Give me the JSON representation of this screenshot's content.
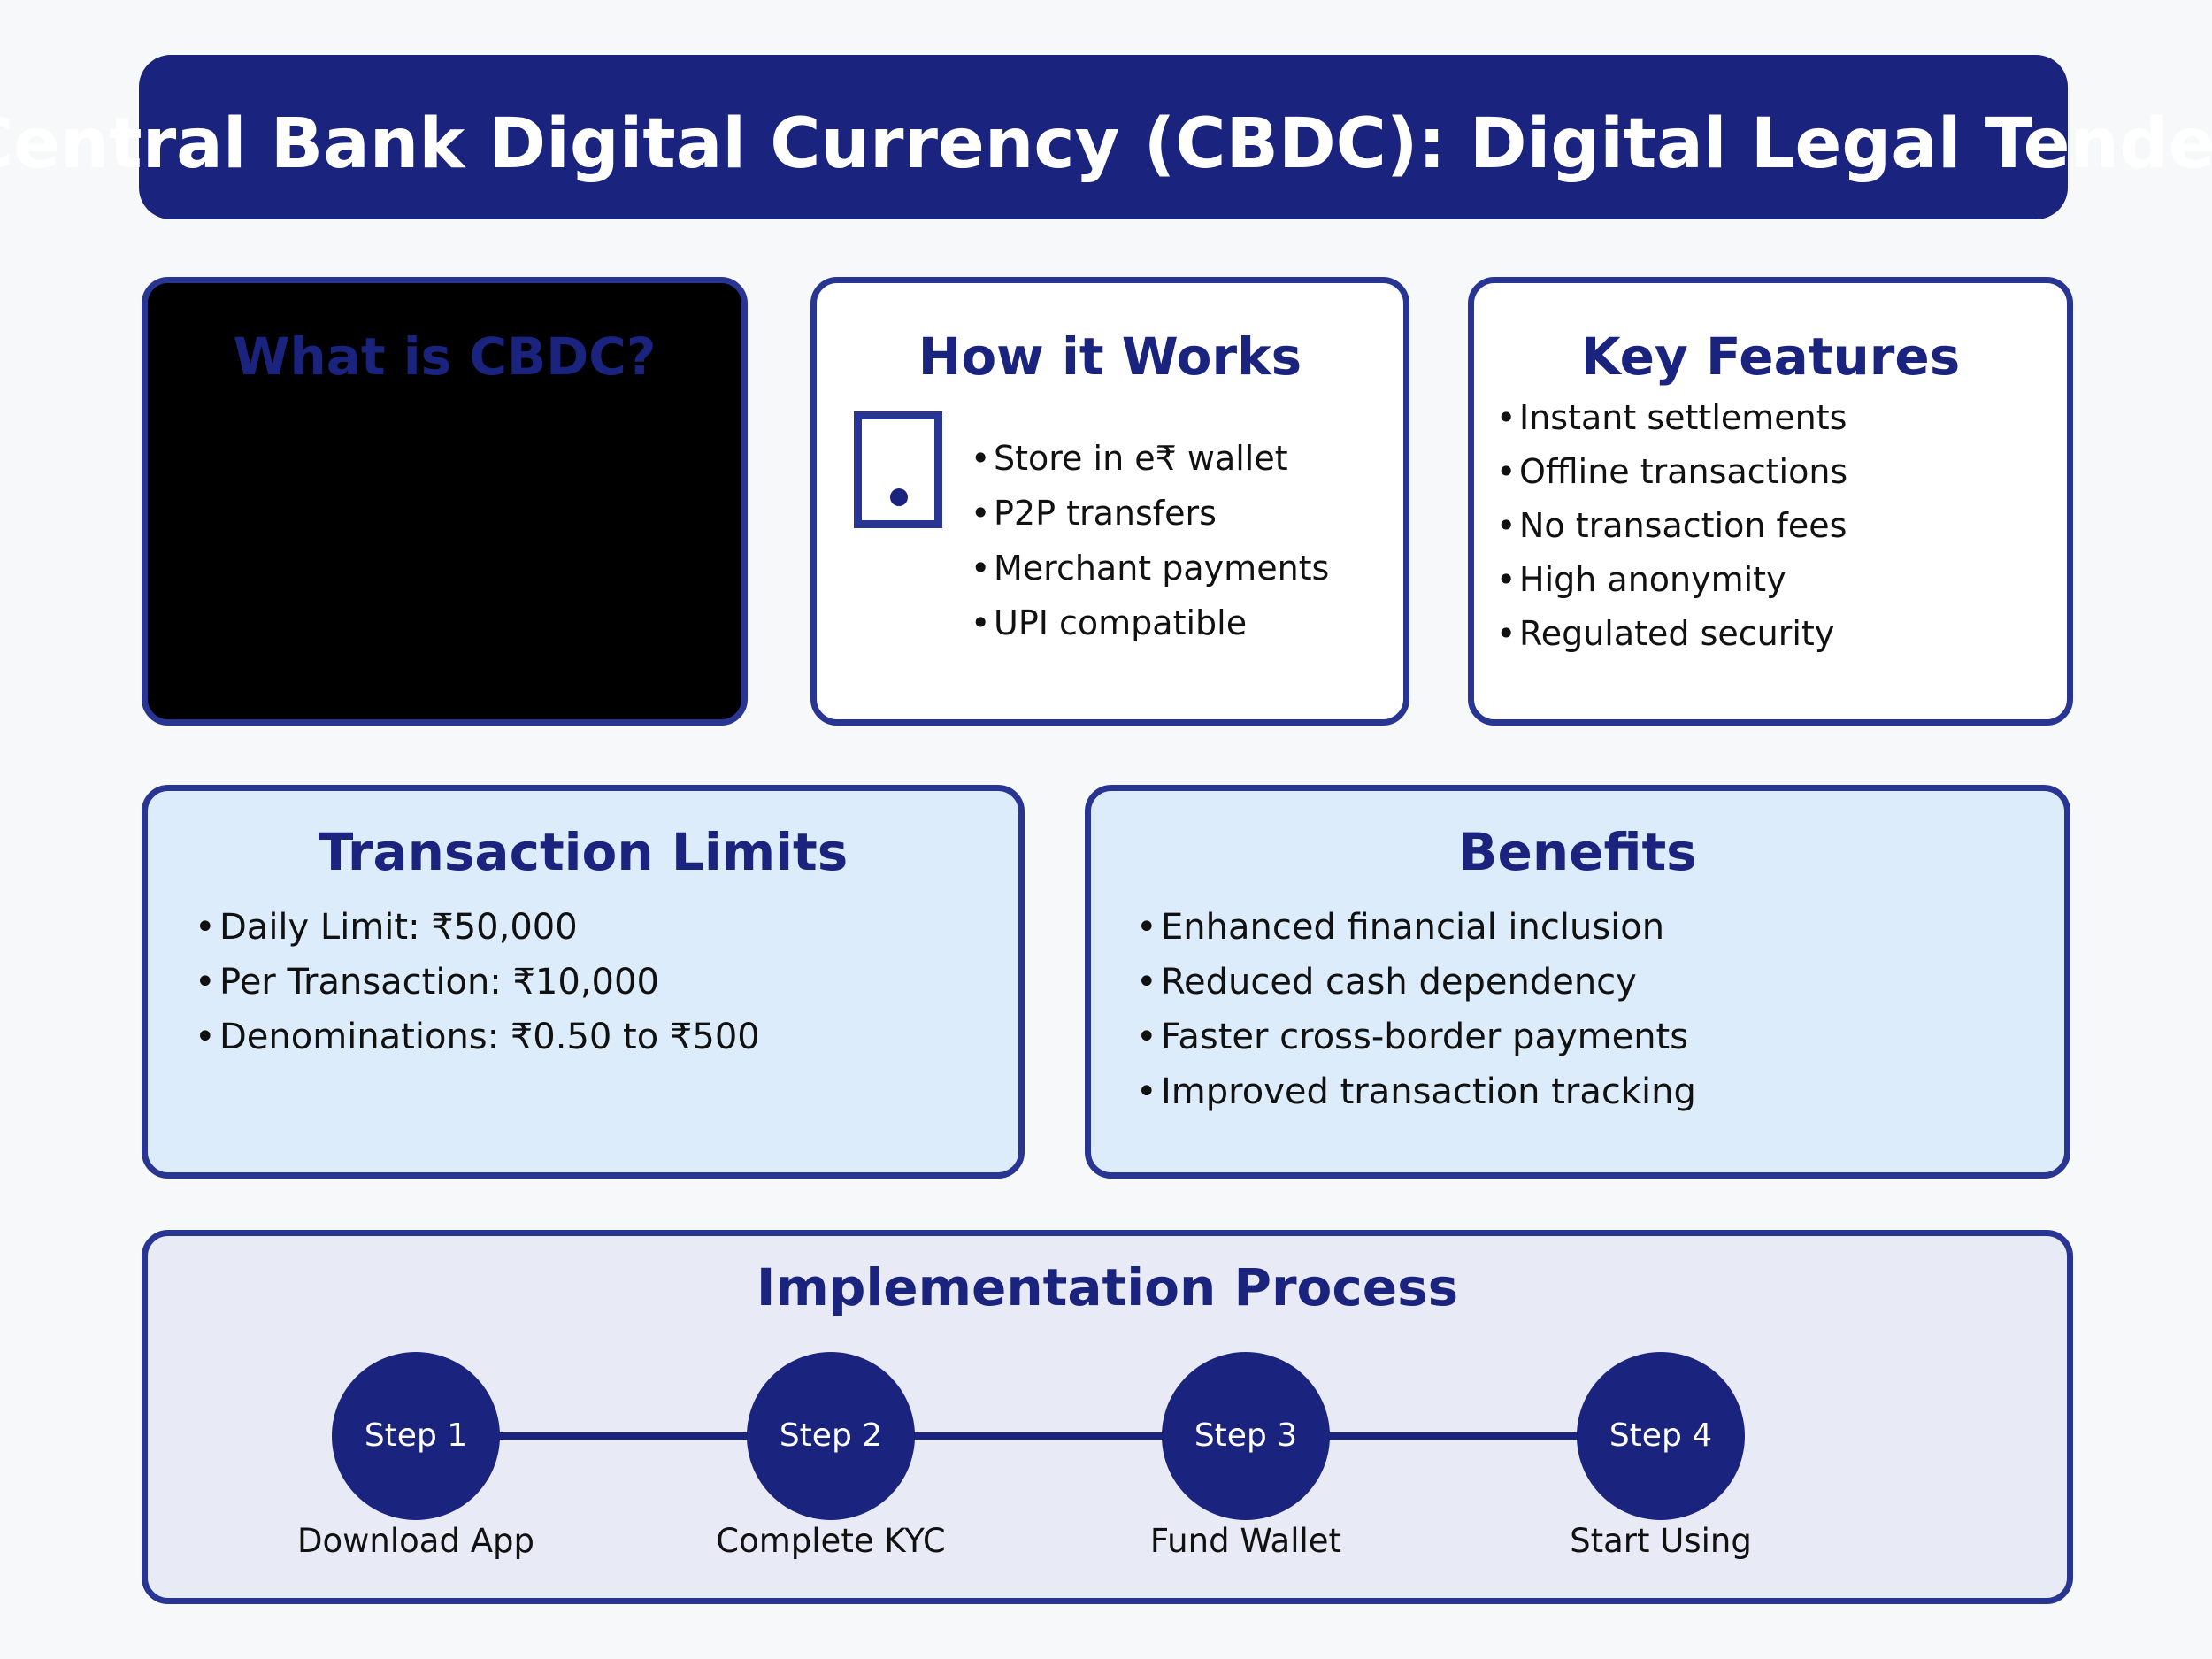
{
  "banner": {
    "title": "Central Bank Digital Currency (CBDC): Digital Legal Tender"
  },
  "cards": {
    "what": {
      "title": "What is CBDC?"
    },
    "how": {
      "title": "How it Works",
      "icon": "phone-icon",
      "bullets": [
        "Store in e₹ wallet",
        "P2P transfers",
        "Merchant payments",
        "UPI compatible"
      ]
    },
    "features": {
      "title": "Key Features",
      "bullets": [
        "Instant settlements",
        "Offline transactions",
        "No transaction fees",
        "High anonymity",
        "Regulated security"
      ]
    },
    "limits": {
      "title": "Transaction Limits",
      "bullets": [
        "Daily Limit: ₹50,000",
        "Per Transaction: ₹10,000",
        "Denominations: ₹0.50 to ₹500"
      ]
    },
    "benefits": {
      "title": "Benefits",
      "bullets": [
        "Enhanced financial inclusion",
        "Reduced cash dependency",
        "Faster cross-border payments",
        "Improved transaction tracking"
      ]
    }
  },
  "process": {
    "title": "Implementation Process",
    "steps": [
      {
        "label": "Step 1",
        "caption": "Download App"
      },
      {
        "label": "Step 2",
        "caption": "Complete KYC"
      },
      {
        "label": "Step 3",
        "caption": "Fund Wallet"
      },
      {
        "label": "Step 4",
        "caption": "Start Using"
      }
    ]
  },
  "colors": {
    "navy_fill": "#1a237e",
    "border_indigo": "#283593",
    "light_blue_card": "#ddecfa",
    "lavender_card": "#e8eaf6",
    "page_background": "#f7f8fa",
    "black_card": "#000000",
    "white": "#ffffff",
    "body_text": "#111111"
  }
}
